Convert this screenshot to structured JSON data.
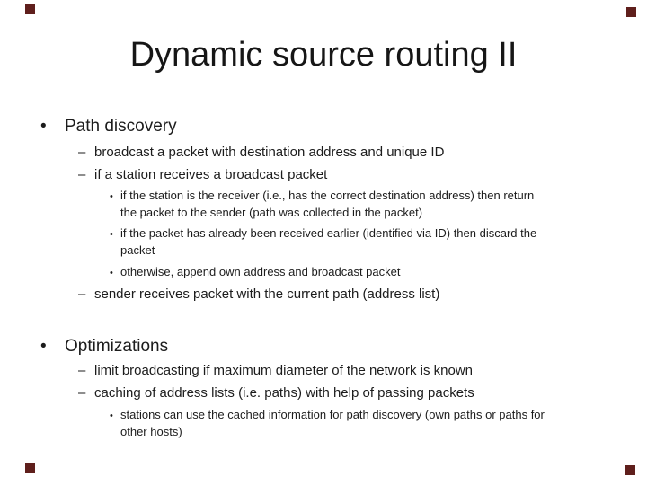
{
  "slide": {
    "title": "Dynamic source routing II",
    "background_color": "#ffffff",
    "text_color": "#1a1a1a",
    "corner_mark_color": "#5f1f1c"
  },
  "bullets": {
    "level1_glyph": "•",
    "level2_glyph": "–",
    "level3_glyph": "•"
  },
  "content": {
    "items": [
      {
        "level": 1,
        "lines": [
          "Path discovery"
        ]
      },
      {
        "level": 2,
        "lines": [
          "broadcast a packet with destination address and unique ID"
        ]
      },
      {
        "level": 2,
        "lines": [
          "if a station receives a broadcast packet"
        ]
      },
      {
        "level": 3,
        "lines": [
          "if the station is the receiver (i.e., has the correct destination address) then return",
          "the packet to the sender (path was collected in the packet)"
        ]
      },
      {
        "level": 3,
        "lines": [
          "if the packet has already been received earlier (identified via ID) then discard the",
          "packet"
        ]
      },
      {
        "level": 3,
        "lines": [
          "otherwise, append own address and broadcast packet"
        ]
      },
      {
        "level": 2,
        "lines": [
          "sender receives packet with the current path (address list)"
        ]
      },
      {
        "level": 1,
        "lines": [
          "Optimizations"
        ]
      },
      {
        "level": 2,
        "lines": [
          "limit broadcasting if maximum diameter of the network is known"
        ]
      },
      {
        "level": 2,
        "lines": [
          "caching of address lists (i.e. paths) with help of passing packets"
        ]
      },
      {
        "level": 3,
        "lines": [
          "stations can use the cached information for path discovery (own paths or paths for",
          "other hosts)"
        ]
      }
    ]
  }
}
